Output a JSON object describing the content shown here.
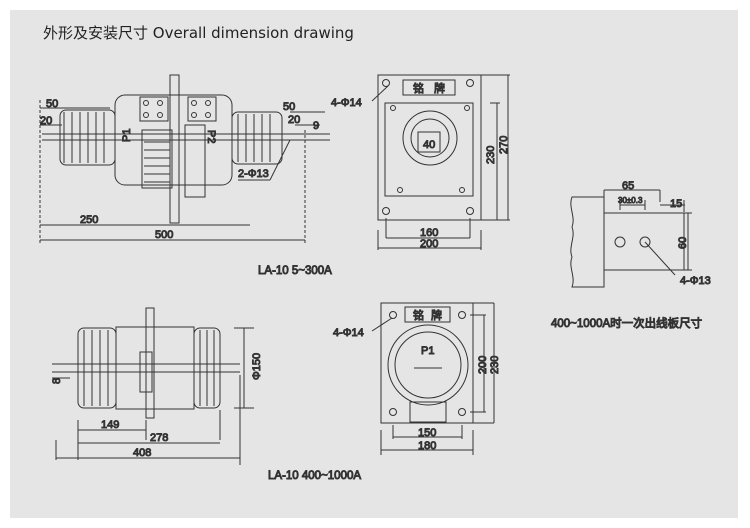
{
  "title": "外形及安装尺寸  Overall dimension drawing",
  "drawings": {
    "top_left": {
      "caption": "LA-10   5~300A",
      "dims": [
        "50",
        "20",
        "50",
        "20",
        "9",
        "250",
        "500",
        "2-Φ13"
      ],
      "labels": [
        "P1",
        "P2"
      ]
    },
    "top_right": {
      "dims": [
        "4-Φ14",
        "230",
        "270",
        "160",
        "200"
      ],
      "labels": [
        "铭",
        "牌",
        "40"
      ]
    },
    "side_detail": {
      "caption": "400~1000A时一次出线板尺寸",
      "dims": [
        "65",
        "30±0.3",
        "15",
        "60",
        "4-Φ13"
      ]
    },
    "bottom_left": {
      "caption": "LA-10   400~1000A",
      "dims": [
        "8",
        "Φ150",
        "149",
        "278",
        "408"
      ]
    },
    "bottom_right": {
      "dims": [
        "4-Φ14",
        "200",
        "230",
        "150",
        "180"
      ],
      "labels": [
        "铭",
        "牌",
        "P1"
      ]
    }
  }
}
